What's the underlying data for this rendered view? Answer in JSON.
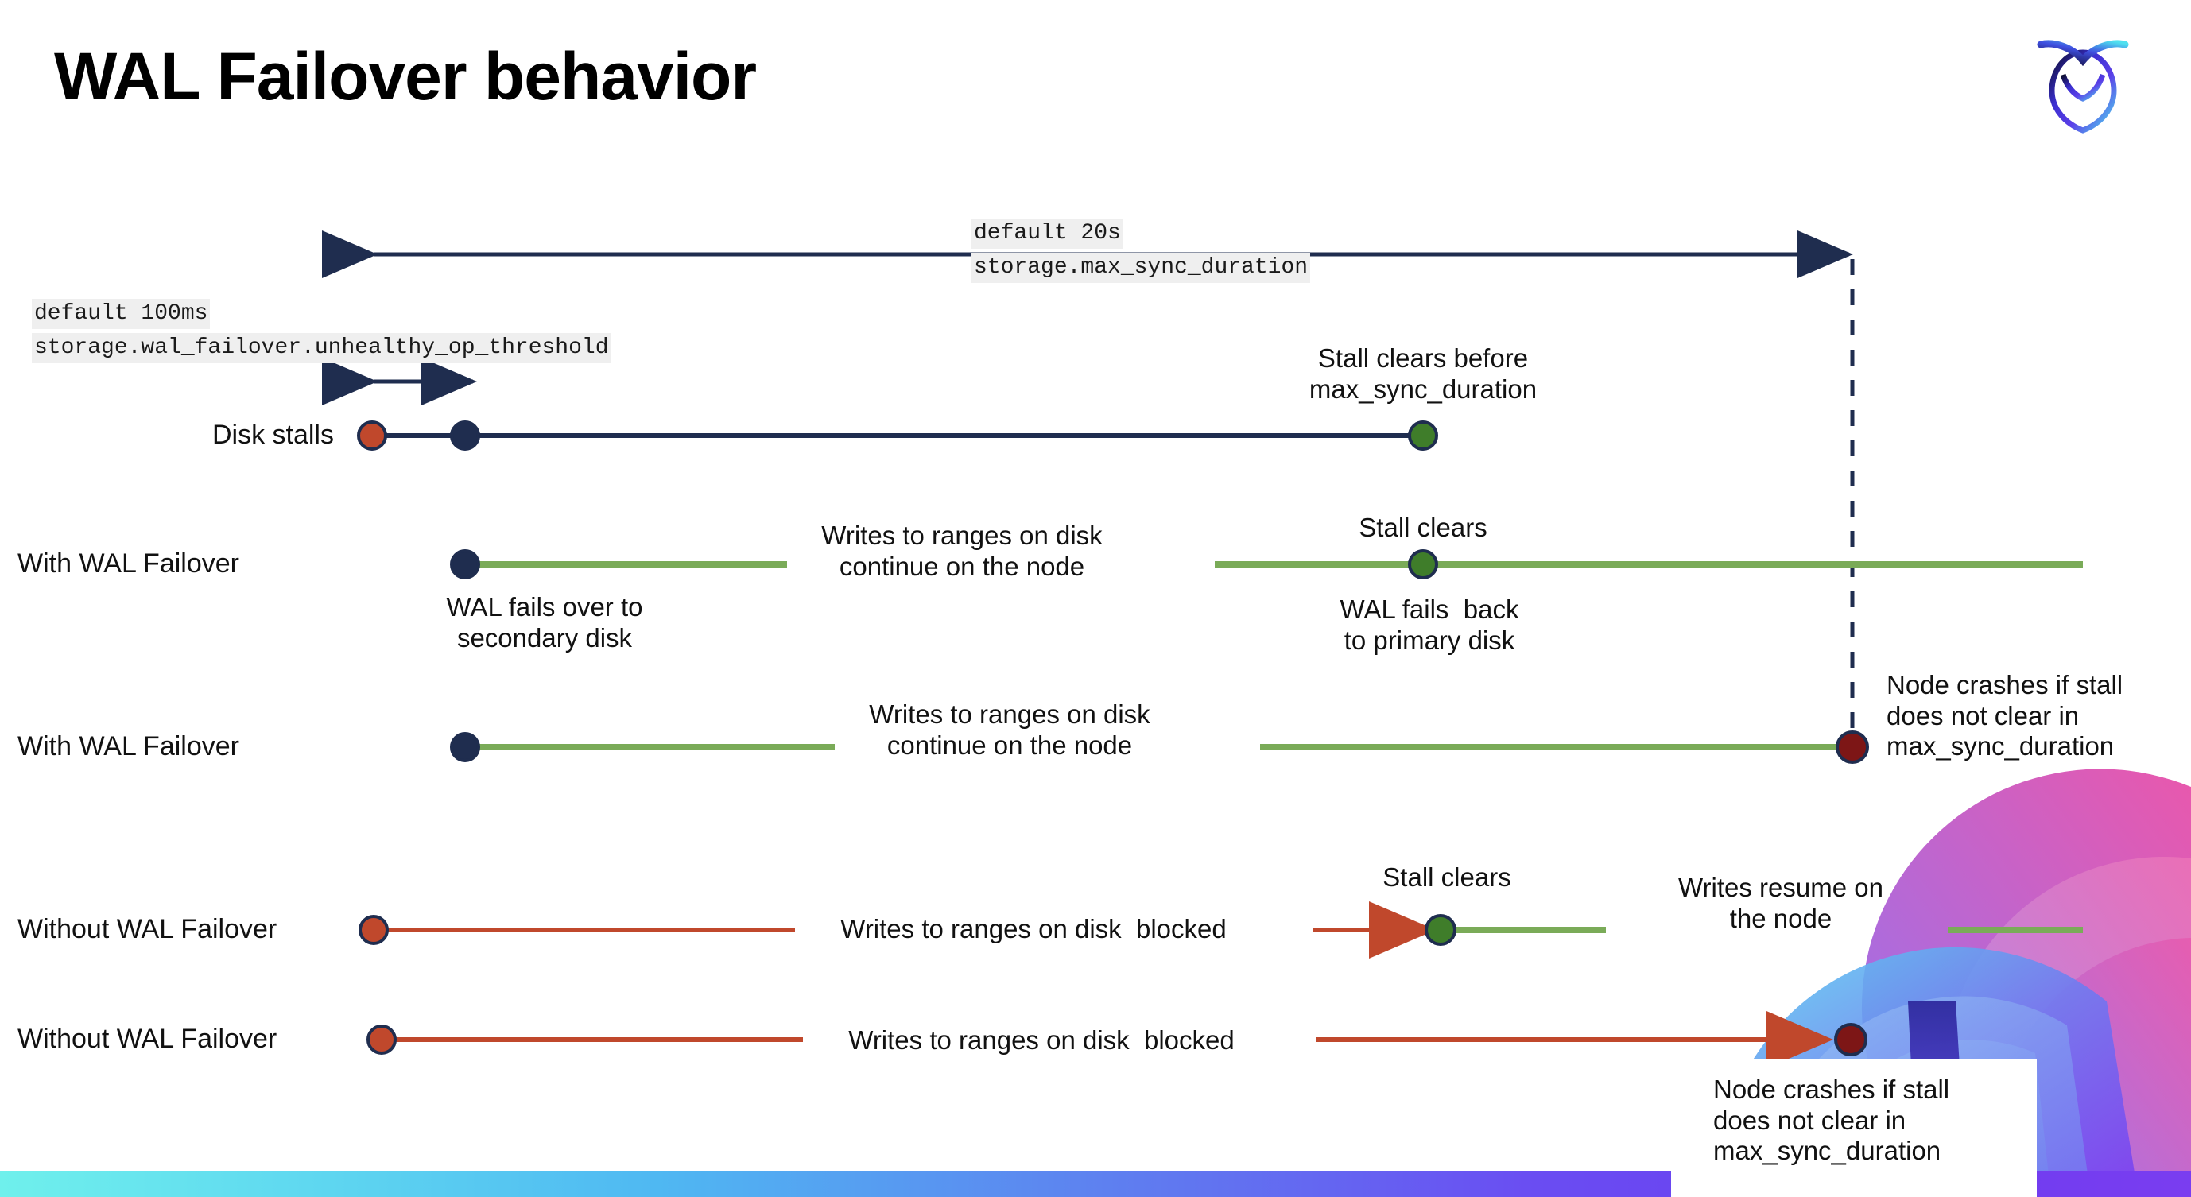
{
  "slide": {
    "title": "WAL Failover behavior",
    "logo_name": "cockroach-labs-logo"
  },
  "annotations": {
    "max_sync": {
      "line1": "default 20s",
      "line2": "storage.max_sync_duration"
    },
    "unhealthy_op": {
      "line1": "default 100ms",
      "line2": "storage.wal_failover.unhealthy_op_threshold"
    }
  },
  "rows": [
    {
      "id": "disk-stalls",
      "label": "Disk stalls",
      "note_right": "Stall clears before\nmax_sync_duration"
    },
    {
      "id": "with-wal-failover-1",
      "label": "With WAL Failover",
      "note_below_start": "WAL fails over to\nsecondary disk",
      "note_mid": "Writes to ranges on disk\ncontinue on the node",
      "note_top_right": "Stall clears",
      "note_below_right": "WAL fails  back\nto primary disk"
    },
    {
      "id": "with-wal-failover-2",
      "label": "With WAL Failover",
      "note_mid": "Writes to ranges on disk\ncontinue on the node",
      "note_right": "Node crashes if stall\ndoes not clear in\nmax_sync_duration"
    },
    {
      "id": "without-wal-failover-1",
      "label": "Without WAL Failover",
      "note_mid": "Writes to ranges on disk  blocked",
      "note_top_right": "Stall clears",
      "note_far_right": "Writes resume on\nthe node"
    },
    {
      "id": "without-wal-failover-2",
      "label": "Without WAL Failover",
      "note_mid": "Writes to ranges on disk  blocked",
      "note_callout": "Node crashes if stall\ndoes not clear in\nmax_sync_duration"
    }
  ],
  "colors": {
    "navy": "#1f2d4f",
    "green_line": "#7aab58",
    "green_dot": "#3f7d2a",
    "red_orange": "#c0482c",
    "dark_red": "#7d1616",
    "chip_bg": "#efefef",
    "bar_start": "#6ff0ec",
    "bar_end": "#7a3df0"
  }
}
